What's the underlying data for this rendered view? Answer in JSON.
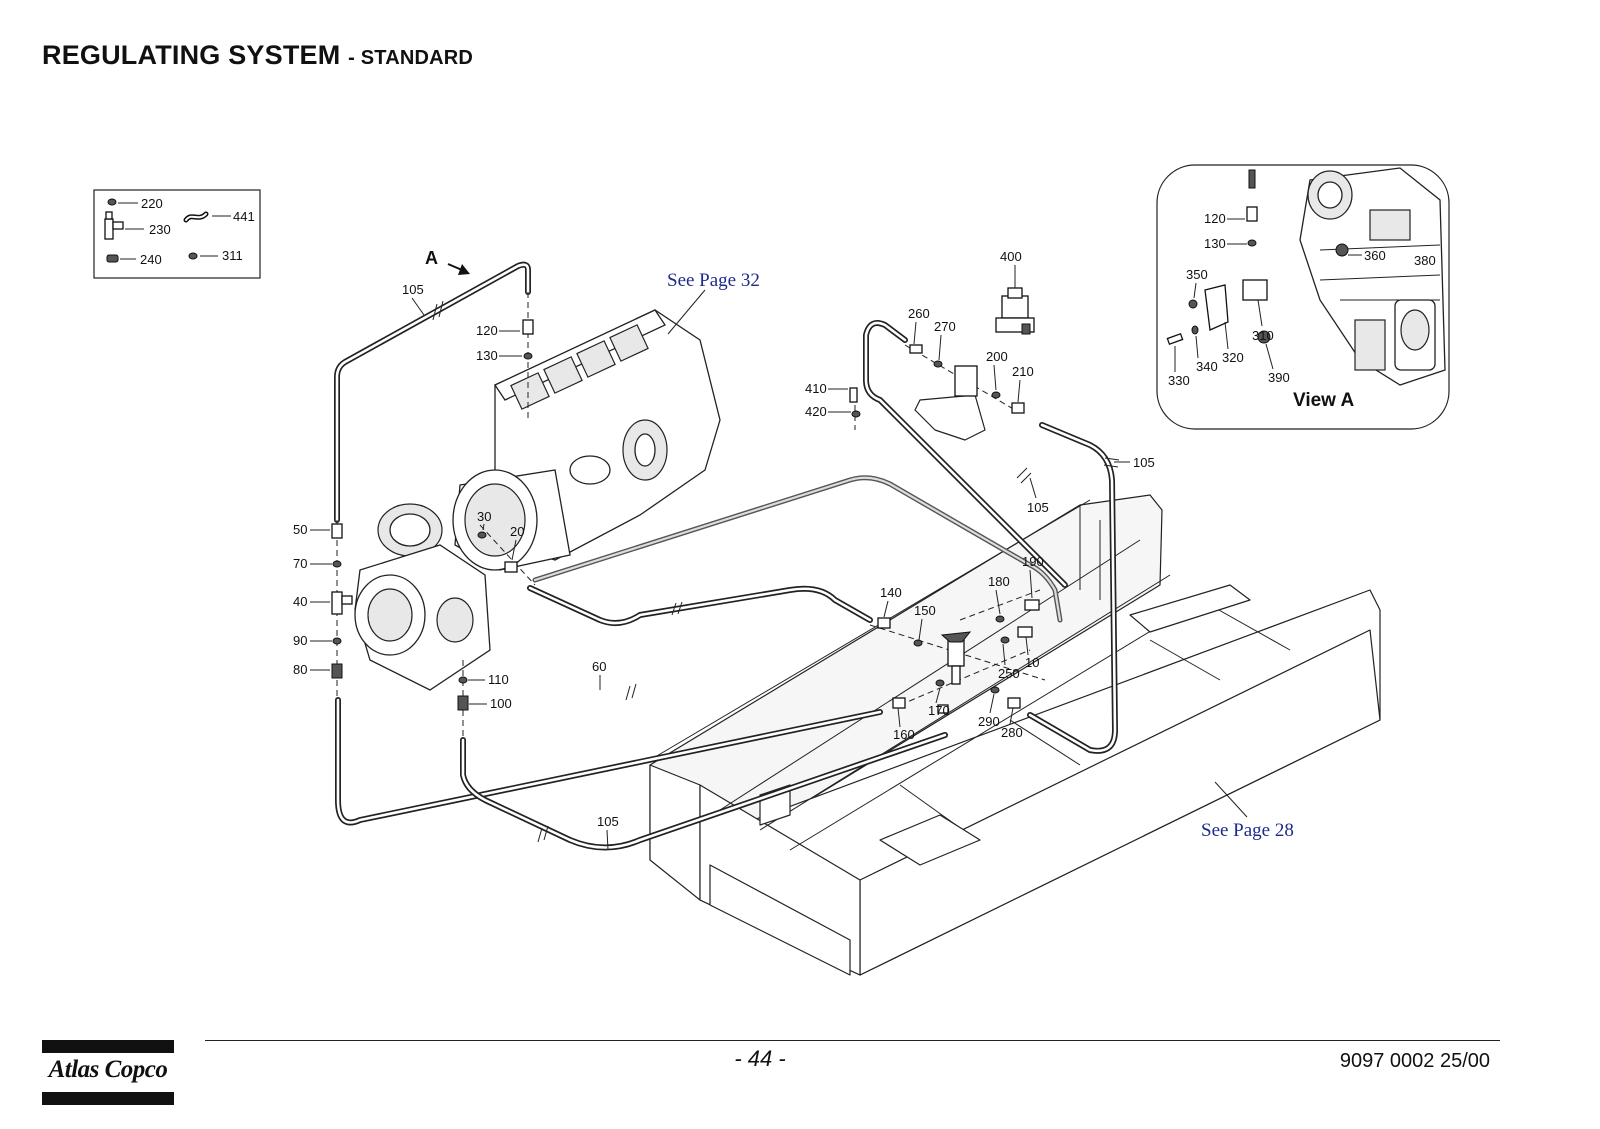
{
  "header": {
    "title": "REGULATING SYSTEM",
    "subtitle": "- STANDARD"
  },
  "legend_items": [
    "220",
    "230",
    "240",
    "441",
    "311"
  ],
  "main_labels": {
    "l105a": "105",
    "l120": "120",
    "l130": "130",
    "l50": "50",
    "l70": "70",
    "l40": "40",
    "l90": "90",
    "l80": "80",
    "l30": "30",
    "l20": "20",
    "l110": "110",
    "l100": "100",
    "l60": "60",
    "l105b": "105",
    "l140": "140",
    "l150": "150",
    "l160": "160",
    "l170": "170",
    "l290": "290",
    "l280": "280",
    "l250": "250",
    "l10": "10",
    "l180": "180",
    "l190": "190",
    "l105c": "105",
    "l105d": "105",
    "l200": "200",
    "l210": "210",
    "l260": "260",
    "l270": "270",
    "l400": "400",
    "l410": "410",
    "l420": "420"
  },
  "view_a": {
    "title": "View A",
    "labels": {
      "v120": "120",
      "v130": "130",
      "v350": "350",
      "v360": "360",
      "v380": "380",
      "v330": "330",
      "v340": "340",
      "v320": "320",
      "v310": "310",
      "v390": "390"
    }
  },
  "view_marker": "A",
  "references": {
    "page32": "See Page 32",
    "page28": "See Page 28"
  },
  "footer": {
    "page_number": "- 44 -",
    "doc_number": "9097 0002 25/00",
    "brand": "Atlas Copco"
  }
}
